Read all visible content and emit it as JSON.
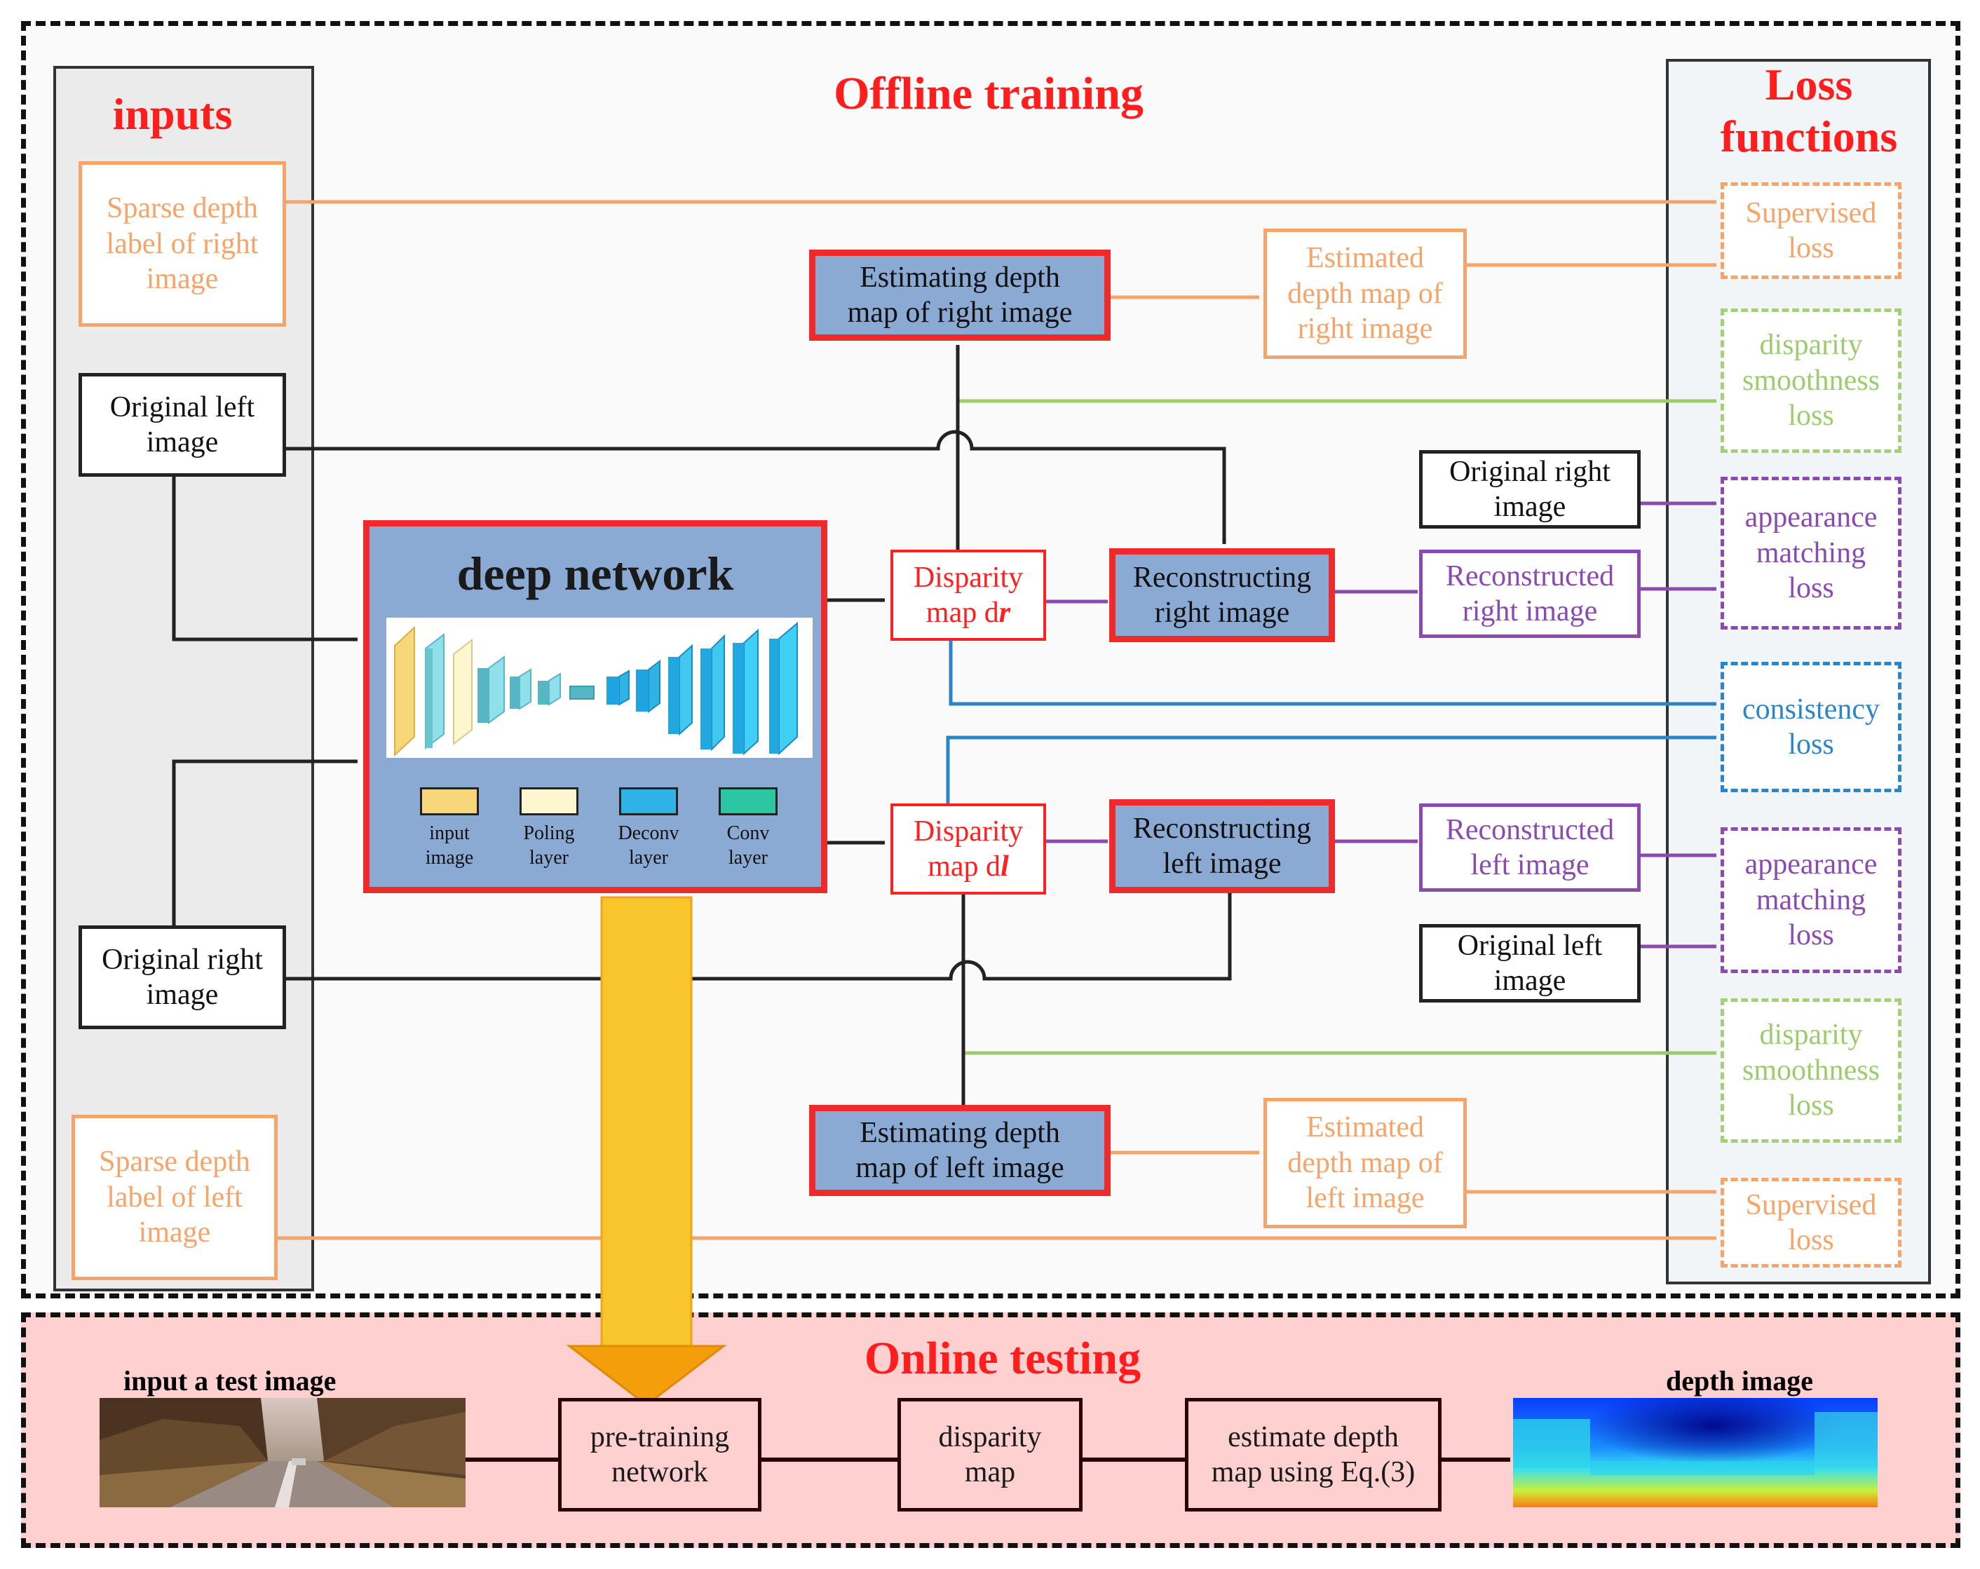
{
  "offline": {
    "title": "Offline training",
    "inputs_title": "inputs",
    "loss_title": "Loss\nfunctions"
  },
  "inputs": {
    "sparse_right": "Sparse depth\nlabel of right\nimage",
    "orig_left": "Original left\nimage",
    "orig_right": "Original right\nimage",
    "sparse_left": "Sparse depth\nlabel of left\nimage"
  },
  "network": {
    "title": "deep network",
    "legend": [
      {
        "label": "input\nimage",
        "color": "#f8d77a"
      },
      {
        "label": "Poling\nlayer",
        "color": "#fdf6cf"
      },
      {
        "label": "Deconv\nlayer",
        "color": "#2fb2e6"
      },
      {
        "label": "Conv\nlayer",
        "color": "#2cc6a2"
      }
    ]
  },
  "disparity": {
    "right_prefix": "Disparity\nmap d",
    "right_suffix": "r",
    "left_prefix": "Disparity\nmap d",
    "left_suffix": "l"
  },
  "process": {
    "est_right": "Estimating depth\nmap of right image",
    "est_left": "Estimating depth\nmap of left image",
    "recon_right": "Reconstructing\nright image",
    "recon_left": "Reconstructing\nleft image"
  },
  "outputs": {
    "est_map_right": "Estimated\ndepth map of\nright image",
    "est_map_left": "Estimated\ndepth map of\nleft image",
    "recon_right": "Reconstructed\nright image",
    "recon_left": "Reconstructed\nleft image",
    "orig_right": "Original right\nimage",
    "orig_left": "Original left\nimage"
  },
  "losses": {
    "sup_top": "Supervised\nloss",
    "smooth_top": "disparity\nsmoothness\nloss",
    "appear_top": "appearance\nmatching\nloss",
    "consistency": "consistency\nloss",
    "appear_bottom": "appearance\nmatching\nloss",
    "smooth_bottom": "disparity\nsmoothness\nloss",
    "sup_bottom": "Supervised\nloss"
  },
  "online": {
    "title": "Online testing",
    "input_label": "input a test image",
    "output_label": "depth image",
    "pretrain": "pre-training\nnetwork",
    "disparity": "disparity\nmap",
    "estimate": "estimate depth\nmap using Eq.(3)"
  },
  "colors": {
    "orange": "#f5a46a",
    "green": "#9ccc6e",
    "purple": "#8a4ab0",
    "blue": "#2a86c8",
    "red": "#ff2020",
    "process_fill": "#8aaad4",
    "online_fill": "#ffd0d0"
  }
}
